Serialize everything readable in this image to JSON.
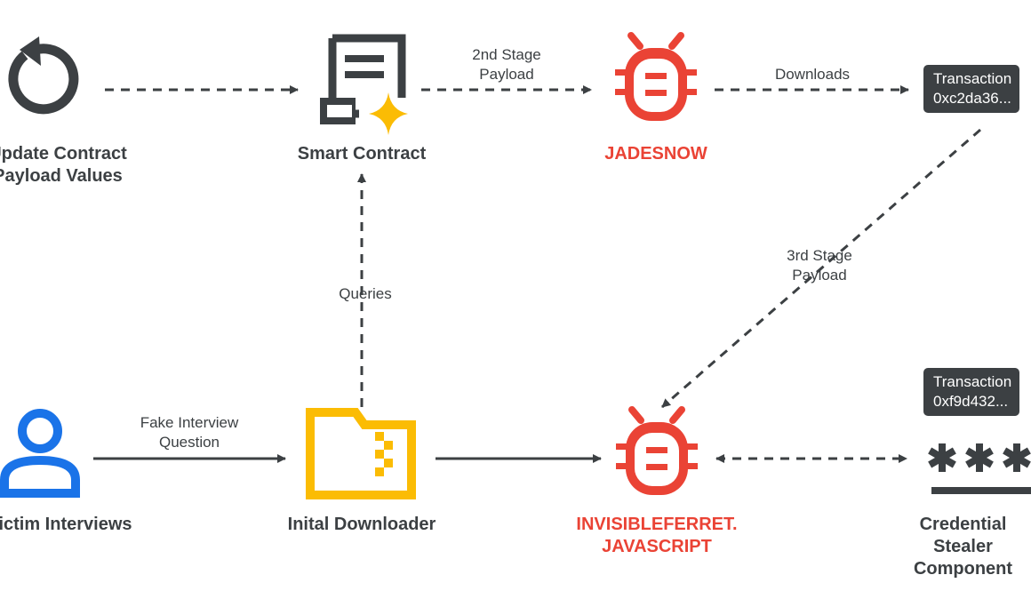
{
  "nodes": {
    "update_contract": "Update Contract\nPayload Values",
    "smart_contract": "Smart Contract",
    "jadesnow": "JADESNOW",
    "transaction_1": "Transaction\n0xc2da36...",
    "victim": "Victim Interviews",
    "initial_downloader": "Inital Downloader",
    "invisibleferret": "INVISIBLEFERRET.\nJAVASCRIPT",
    "transaction_2": "Transaction\n0xf9d432...",
    "credential_stealer": "Credential Stealer\nComponent"
  },
  "edges": {
    "second_stage": "2nd Stage\nPayload",
    "downloads": "Downloads",
    "third_stage": "3rd Stage\nPayload",
    "queries": "Queries",
    "fake_interview": "Fake Interview\nQuestion"
  },
  "colors": {
    "text": "#3c4043",
    "red": "#ea4335",
    "blue": "#1a73e8",
    "yellow": "#fbbc04"
  },
  "icons": [
    "refresh-icon",
    "smart-contract-icon",
    "bug-icon",
    "person-icon",
    "zip-folder-icon",
    "password-icon"
  ]
}
